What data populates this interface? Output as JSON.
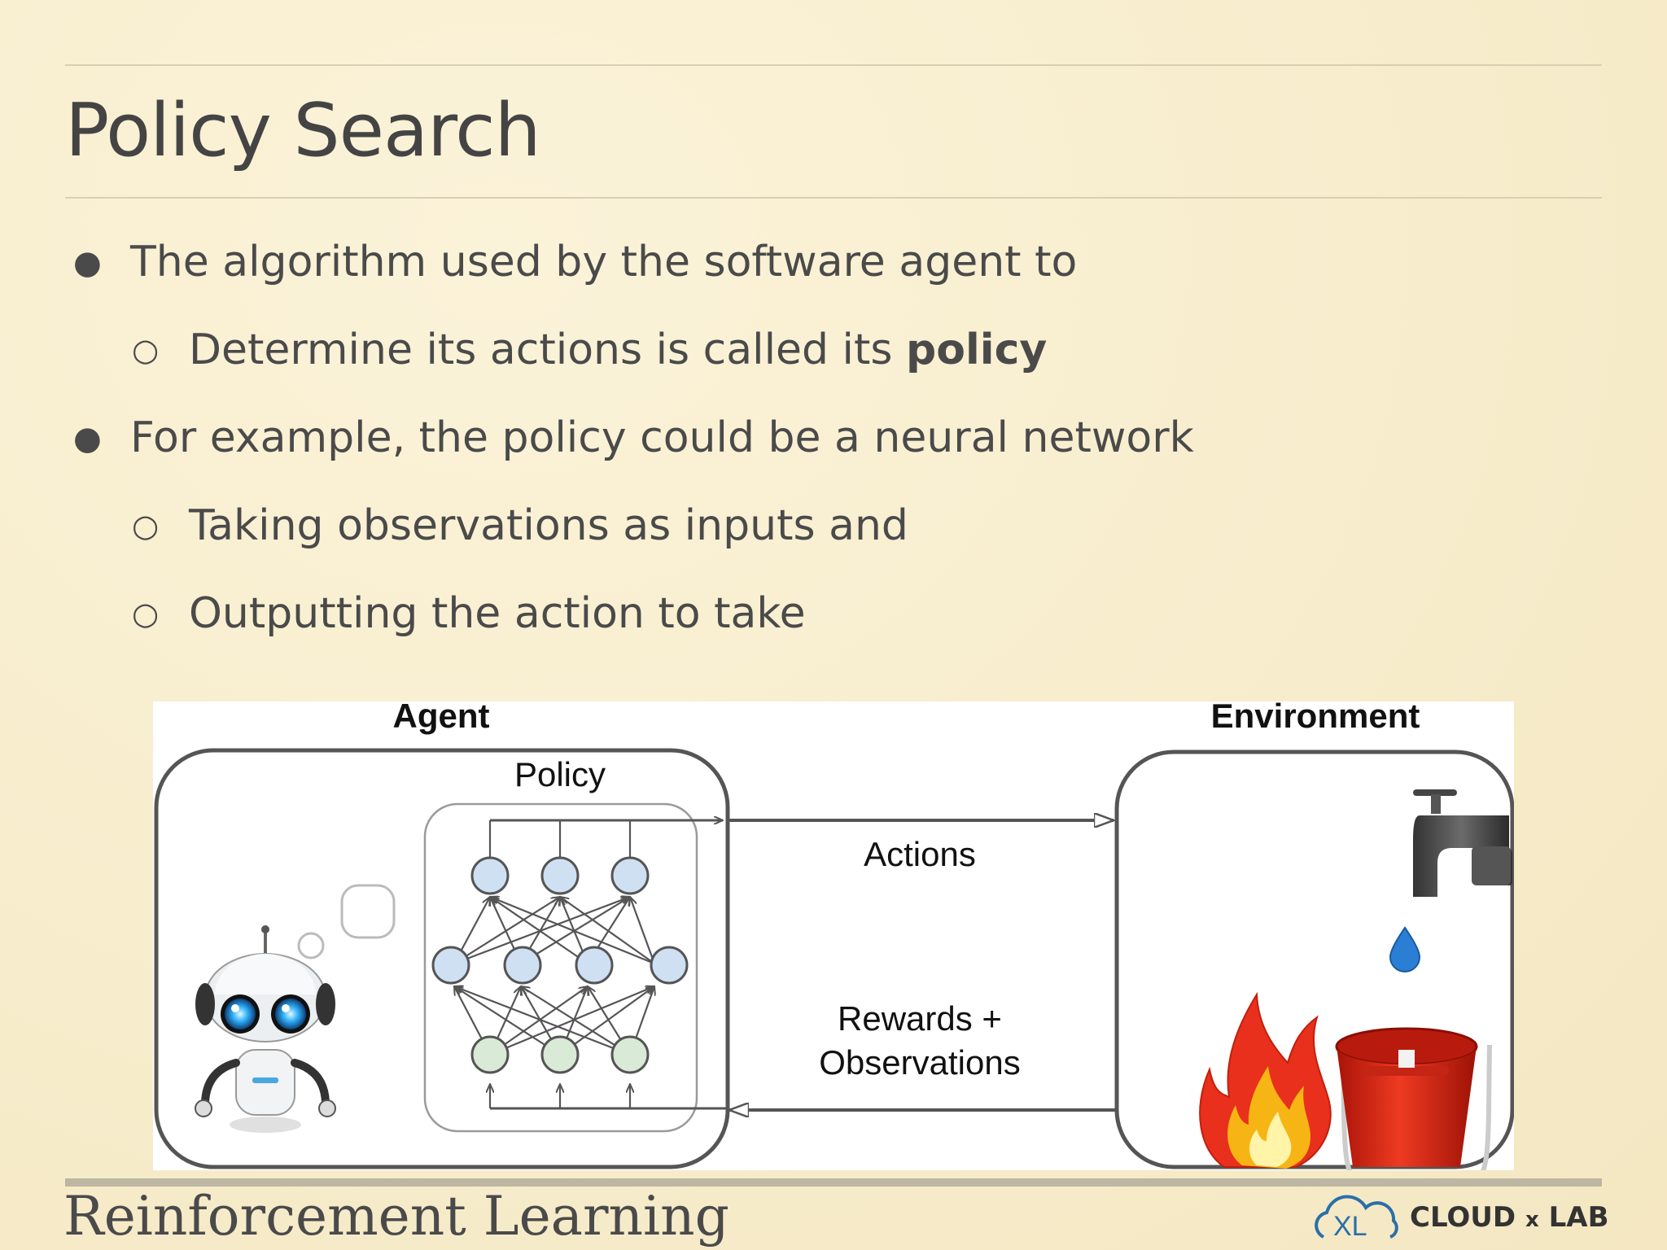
{
  "slide": {
    "title": "Policy Search",
    "bullets": [
      {
        "level": 1,
        "text": "The algorithm used by the software agent to"
      },
      {
        "level": 2,
        "text": "Determine its actions is called its ",
        "bold": "policy"
      },
      {
        "level": 1,
        "text": "For example, the policy could be a neural network"
      },
      {
        "level": 2,
        "text": "Taking observations as inputs and"
      },
      {
        "level": 2,
        "text": "Outputting the action to take"
      }
    ],
    "bullet_marks": {
      "level1": "●",
      "level2": "○"
    }
  },
  "diagram": {
    "agent_label": "Agent",
    "environment_label": "Environment",
    "policy_label": "Policy",
    "actions_label": "Actions",
    "rewards_label_line1": "Rewards +",
    "rewards_label_line2": "Observations",
    "colors": {
      "hidden_neuron": "#cfe0f3",
      "input_neuron": "#d9ead6",
      "box_stroke": "#555555",
      "fire_outer": "#e8301c",
      "fire_inner": "#f7b515",
      "bucket": "#d8281a",
      "water_drop": "#2a7fd4"
    }
  },
  "footer": {
    "text": "Reinforcement Learning",
    "logo_text_left": "CLOUD",
    "logo_text_x": "x",
    "logo_text_right": "LAB",
    "logo_mark": "XL"
  }
}
